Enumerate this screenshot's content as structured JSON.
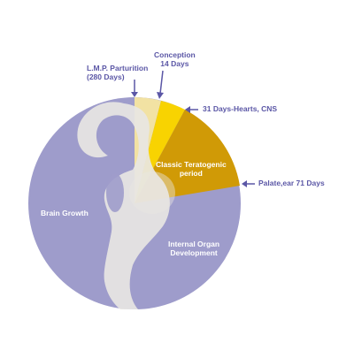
{
  "labels": {
    "lmp_line1": "L.M.P. Parturition",
    "lmp_line2": "(280 Days)",
    "conception_line1": "Conception",
    "conception_line2": "14 Days",
    "heart_cns": "31 Days-Hearts, CNS",
    "classic_line1": "Classic Teratogenic",
    "classic_line2": "period",
    "palate_ear": "Palate,ear 71 Days",
    "brain_growth": "Brain Growth",
    "organ_line1": "Internal Organ",
    "organ_line2": "Development"
  },
  "colors": {
    "brain_growth": "#9e9ccb",
    "organ_development": "#9e9ccb",
    "conception_wedge": "#f2e2a3",
    "heart_wedge": "#f8d301",
    "classic_wedge": "#d09a06",
    "figure": "#e8e6e3",
    "label_text": "#5b57a6",
    "inner_text": "#ffffff"
  }
}
